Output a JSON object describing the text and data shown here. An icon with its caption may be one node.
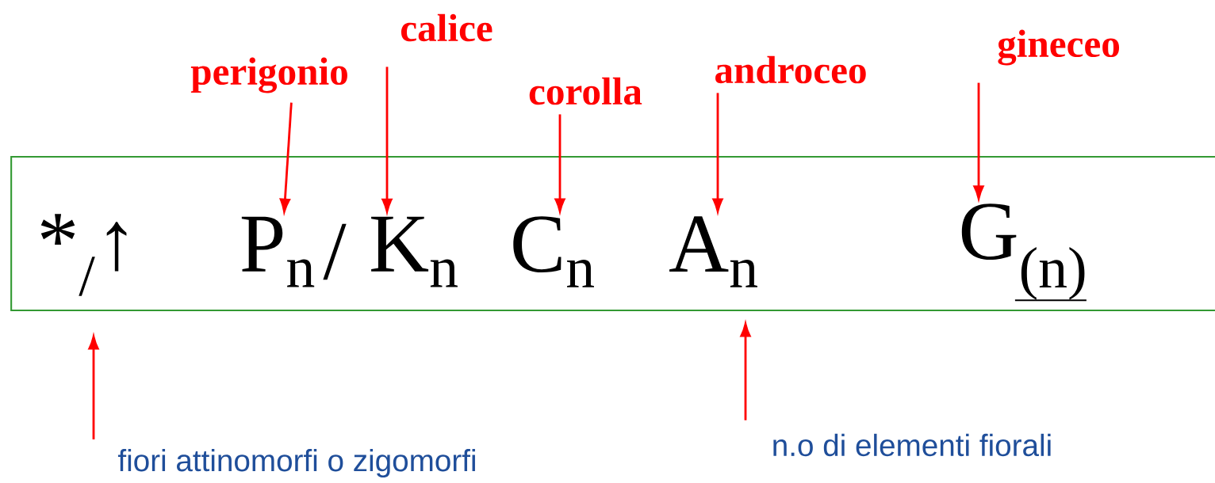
{
  "diagram": {
    "nodes": [
      {
        "text": [],
        "shape": "box"
      },
      {
        "text": [
          "perigonio"
        ]
      },
      {
        "text": [
          "calice"
        ]
      },
      {
        "text": [
          "corolla"
        ]
      },
      {
        "text": [
          "androceo"
        ]
      },
      {
        "text": [
          "gineceo"
        ]
      },
      {
        "text": [
          "*$_{/}$↑"
        ],
        "in": 0
      },
      {
        "text": [
          "P$_{n}$"
        ],
        "in": 0
      },
      {
        "text": [
          "K$_{n}$"
        ],
        "in": 0
      },
      {
        "text": [
          "C$_{n}$"
        ],
        "in": 0
      },
      {
        "text": [
          "A$_{n}$"
        ],
        "in": 0
      },
      {
        "text": [
          "G$_{(n)}$"
        ],
        "in": 0
      },
      {
        "text": [
          "fiori attinomorfi o zigomorfi"
        ]
      },
      {
        "text": [
          "n.o di elementi fiorali"
        ]
      }
    ],
    "edges": [
      {
        "from": 1,
        "to": 7,
        "arrow": "to"
      },
      {
        "from": 2,
        "to": 8,
        "arrow": "to"
      },
      {
        "from": 3,
        "to": 9,
        "arrow": "to"
      },
      {
        "from": 4,
        "to": 10,
        "arrow": "to"
      },
      {
        "from": 5,
        "to": 11,
        "arrow": "to"
      },
      {
        "from": 12,
        "to": 6,
        "arrow": "to"
      },
      {
        "from": 13,
        "to": 10,
        "arrow": "to"
      }
    ],
    "labels": [
      "/"
    ]
  }
}
